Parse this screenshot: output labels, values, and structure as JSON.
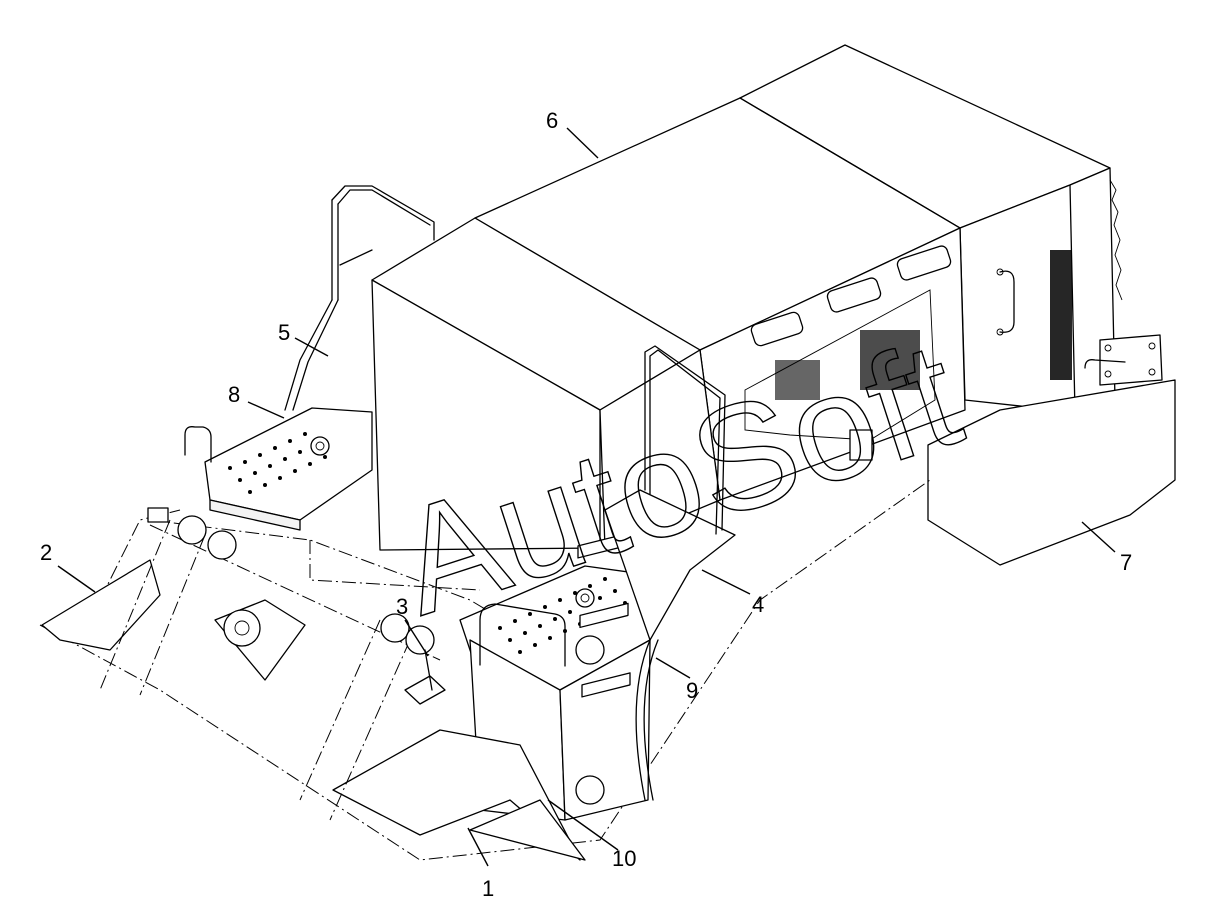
{
  "watermark": {
    "text": "AutoSoft"
  },
  "callouts": [
    {
      "id": "1",
      "label": "1"
    },
    {
      "id": "2",
      "label": "2"
    },
    {
      "id": "3",
      "label": "3"
    },
    {
      "id": "4",
      "label": "4"
    },
    {
      "id": "5",
      "label": "5"
    },
    {
      "id": "6",
      "label": "6"
    },
    {
      "id": "7",
      "label": "7"
    },
    {
      "id": "8",
      "label": "8"
    },
    {
      "id": "9",
      "label": "9"
    },
    {
      "id": "10",
      "label": "10"
    }
  ]
}
